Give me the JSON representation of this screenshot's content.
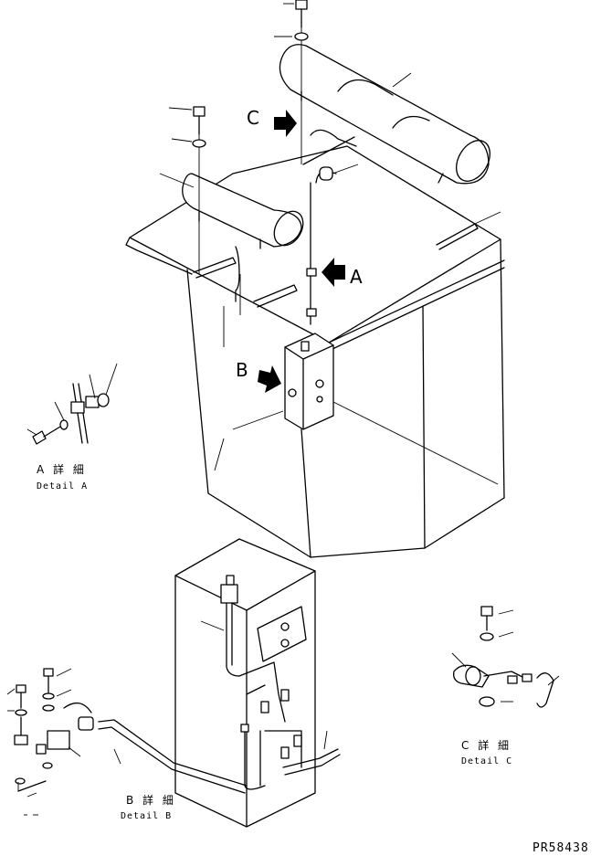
{
  "callouts": {
    "a": "A",
    "b": "B",
    "c": "C"
  },
  "details": {
    "a": {
      "jp": "A 詳 細",
      "en": "Detail A"
    },
    "b": {
      "jp": "B 詳 細",
      "en": "Detail B"
    },
    "c": {
      "jp": "C 詳 細",
      "en": "Detail C"
    }
  },
  "drawing_code": "PR58438",
  "icons": [
    "arrow-icon",
    "bolt-icon",
    "washer-icon",
    "clamp-icon"
  ]
}
